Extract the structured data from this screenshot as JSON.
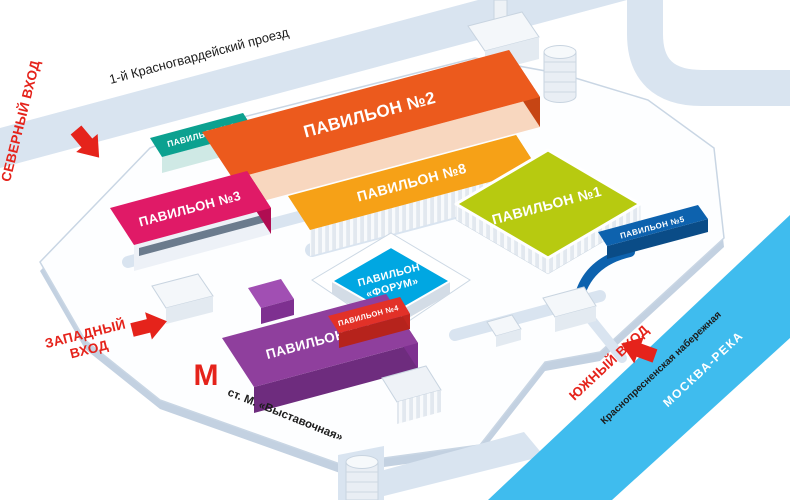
{
  "colors": {
    "road": "#d9e4f0",
    "river": "#3fbcee",
    "platform": "#fdfeff",
    "entrance_red": "#e5231b",
    "pav1": "#b7ca10",
    "pav2": "#ec5a1d",
    "pav3": "#e01a67",
    "pav4": "#e23128",
    "pav5": "#0d62ae",
    "pav6": "#0ca190",
    "pav7": "#8f3f9d",
    "pav8": "#f6a117",
    "forum": "#00a7e2"
  },
  "roads": {
    "north_street": "1-й Красногвардейский проезд",
    "embankment": "Краснопресненская набережная",
    "river": "МОСКВА-РЕКА"
  },
  "entrances": {
    "north": "СЕВЕРНЫЙ ВХОД",
    "west_line1": "ЗАПАДНЫЙ",
    "west_line2": "ВХОД",
    "south": "ЮЖНЫЙ ВХОД"
  },
  "metro": {
    "logo": "М",
    "station": "ст. М. «Выставочная»"
  },
  "pavilions": {
    "p1": "ПАВИЛЬОН №1",
    "p2": "ПАВИЛЬОН №2",
    "p3": "ПАВИЛЬОН №3",
    "p4": "ПАВИЛЬОН №4",
    "p5": "ПАВИЛЬОН №5",
    "p6": "ПАВИЛЬОН №6",
    "p7": "ПАВИЛЬОН №7",
    "p8": "ПАВИЛЬОН №8",
    "forum_line1": "ПАВИЛЬОН",
    "forum_line2": "«ФОРУМ»"
  }
}
